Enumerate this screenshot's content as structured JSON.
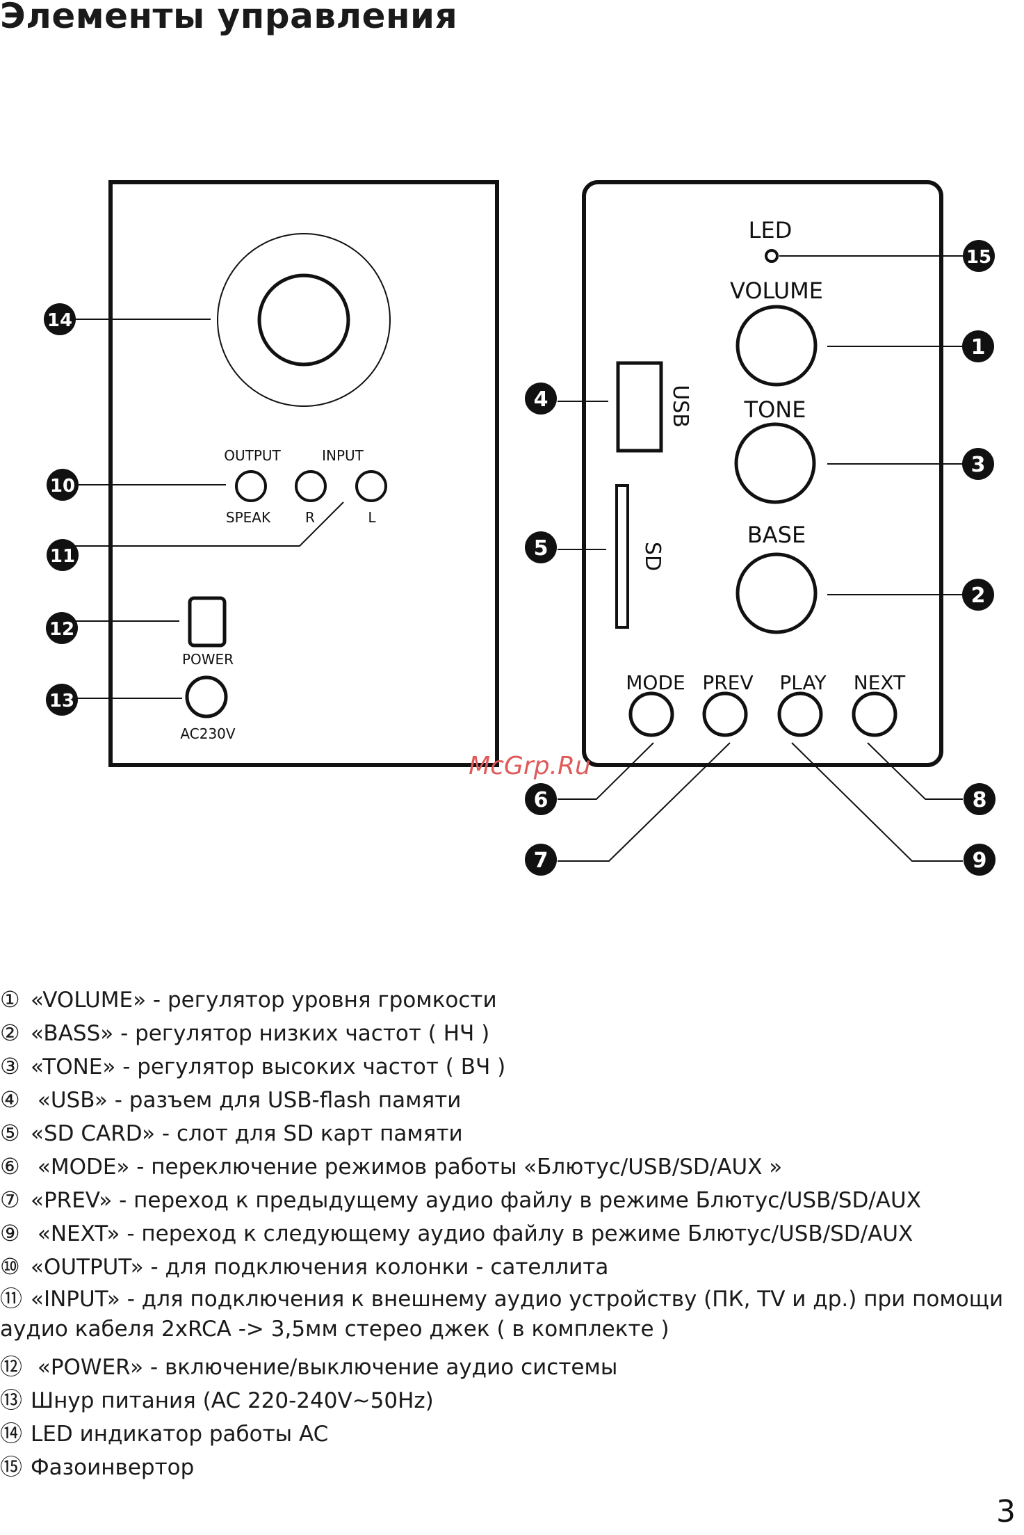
{
  "title": "Элементы управления",
  "diagram": {
    "left_panel": {
      "labels": {
        "output": "OUTPUT",
        "input": "INPUT",
        "speak": "SPEAK",
        "r": "R",
        "l": "L",
        "power": "POWER",
        "ac": "AC230V"
      }
    },
    "right_panel": {
      "labels": {
        "led": "LED",
        "volume": "VOLUME",
        "tone": "TONE",
        "base": "BASE",
        "usb": "USB",
        "sd": "SD",
        "mode": "MODE",
        "prev": "PREV",
        "play": "PLAY",
        "next": "NEXT"
      }
    },
    "callouts": {
      "c1": "1",
      "c2": "2",
      "c3": "3",
      "c4": "4",
      "c5": "5",
      "c6": "6",
      "c7": "7",
      "c8": "8",
      "c9": "9",
      "c10": "10",
      "c11": "11",
      "c12": "12",
      "c13": "13",
      "c14": "14",
      "c15": "15"
    },
    "watermark": "McGrp.Ru"
  },
  "legend": [
    {
      "num": "①",
      "text": "«VOLUME» - регулятор уровня громкости"
    },
    {
      "num": "②",
      "text": "«BASS» - регулятор низких частот ( НЧ )"
    },
    {
      "num": "③",
      "text": "«TONE» - регулятор высоких частот ( ВЧ )"
    },
    {
      "num": "④",
      "text": " «USB» - разъем для USB-flash памяти"
    },
    {
      "num": "⑤",
      "text": "«SD CARD» - слот для SD карт памяти"
    },
    {
      "num": "⑥",
      "text": " «MODE» - переключение режимов работы «Блютус/USB/SD/AUX »"
    },
    {
      "num": "⑦",
      "text": "«PREV» - переход к предыдущему аудио файлу в режиме Блютус/USB/SD/AUX"
    },
    {
      "num": "⑨",
      "text": " «NEXT»  - переход к следующему аудио файлу в режиме Блютус/USB/SD/AUX"
    },
    {
      "num": "⑩",
      "text": "«OUTPUT» - для подключения колонки - сателлита"
    },
    {
      "num": "⑪",
      "text": "«INPUT» - для подключения к внешнему аудио устройству (ПК, TV и др.) при помощи аудио кабеля 2xRCA -> 3,5мм стерео джек ( в комплекте )"
    },
    {
      "num": "⑫",
      "text": " «POWER» - включение/выключение аудио системы"
    },
    {
      "num": "⑬",
      "text": "Шнур питания (AC 220-240V~50Hz)"
    },
    {
      "num": "⑭",
      "text": "LED индикатор работы AC"
    },
    {
      "num": "⑮",
      "text": "Фазоинвертор"
    }
  ],
  "page_number": "3"
}
